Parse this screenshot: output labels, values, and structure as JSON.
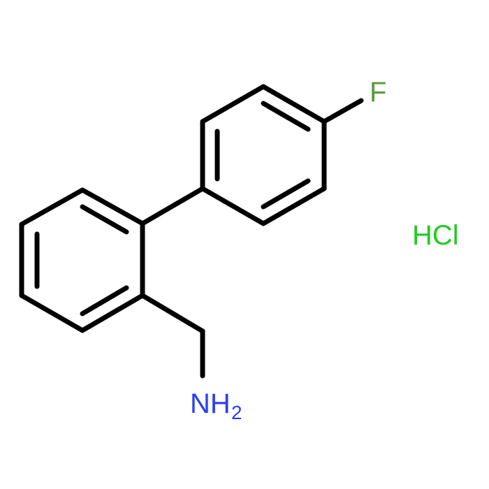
{
  "colors": {
    "background": "#ffffff",
    "bond": "#000000",
    "fluorine": "#5a9a3a",
    "nitrogen": "#2b3ff0",
    "chlorine": "#22cc22"
  },
  "labels": {
    "fluorine": "F",
    "amine": "NH",
    "amine_subscript": "2",
    "salt": "HCl"
  }
}
